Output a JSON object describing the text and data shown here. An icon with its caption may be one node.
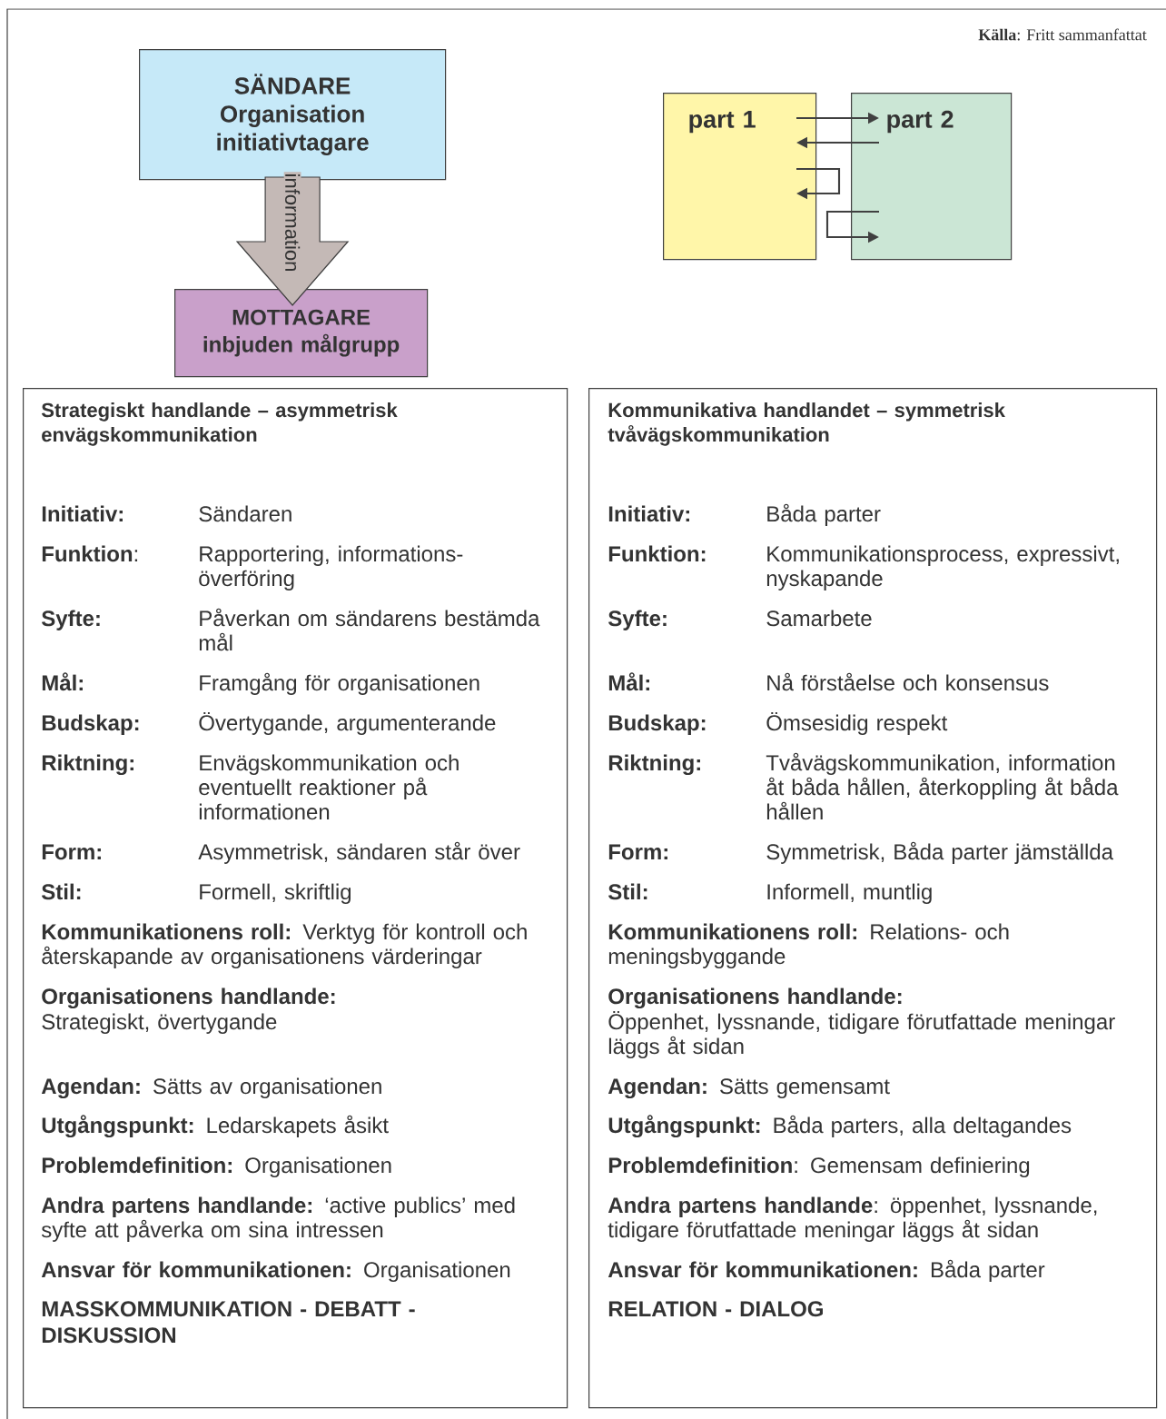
{
  "diagram": {
    "nodes": [
      {
        "text": [
          "SÄNDARE Organisation initiativtagare"
        ]
      },
      {
        "text": [
          "part 1"
        ]
      },
      {
        "text": [
          "part 2"
        ]
      },
      {
        "text": [
          "MOTTAGARE inbjuden målgrupp"
        ]
      },
      {
        "text": [
          "Strategiskt handlande – asymmetrisk envägskommunikation",
          "Initiativ:",
          "Sändaren",
          "**Funktion**:",
          "Rapportering, informations- överföring",
          "Syfte:",
          "Påverkan om sändarens bestämda mål",
          "Mål:",
          "Framgång för organisationen",
          "Budskap:",
          "Övertygande, argumenterande",
          "Riktning:",
          "Envägskommunikation och eventuellt reaktioner på informationen",
          "Form:",
          "Asymmetrisk, sändaren står över",
          "Stil:",
          "Formell, skriftlig",
          "**Kommunikationens roll:** Verktyg för kontroll och återskapande av organisationens värderingar",
          "Organisationens handlande:",
          "Strategiskt, övertygande",
          "**Agendan:** Sätts av organisationen",
          "**Utgångspunkt:** Ledarskapets åsikt",
          "**Problemdefinition:** Organisationen",
          "**Andra partens handlande:** ‘active publics’ med syfte att påverka om sina intressen",
          "**Ansvar för kommunikationen:** Organisationen",
          "MASSKOMMUNIKATION - DEBATT - DISKUSSION"
        ]
      },
      {
        "text": [
          "Kommunikativa handlandet – symmetrisk tvåvägskommunikation",
          "Initiativ:",
          "Båda parter",
          "Funktion:",
          "Kommunikationsprocess, expressivt, nyskapande",
          "Syfte:",
          "Samarbete",
          "Mål:",
          "Nå förståelse och konsensus",
          "Budskap:",
          "Ömsesidig respekt",
          "Riktning:",
          "Tvåvägskommunikation, information åt båda hållen, återkoppling åt båda hållen",
          "Form:",
          "Symmetrisk, Båda parter jämställda",
          "Stil:",
          "Informell, muntlig",
          "**Kommunikationens roll:** Relations- och meningsbyggande",
          "Organisationens handlande:",
          "Öppenhet, lyssnande, tidigare förutfattade meningar läggs åt sidan",
          "**Agendan:** Sätts gemensamt",
          "**Utgångspunkt:** Båda parters, alla deltagandes",
          "**Problemdefinition**: Gemensam definiering",
          "**Andra partens handlande**: öppenhet, lyssnande, tidigare förutfattade meningar läggs åt sidan",
          "**Ansvar för kommunikationen:** Båda parter",
          "RELATION - DIALOG"
        ]
      }
    ],
    "edges": [
      {
        "from": 0,
        "to": 3,
        "arrow": "to",
        "label": "information",
        "style": "thick",
        "color": "#c4b9b6"
      },
      {
        "from": 1,
        "to": 2,
        "arrow": "to"
      },
      {
        "from": 2,
        "to": 1,
        "arrow": "to"
      },
      {
        "from": 1,
        "to": 1,
        "arrow": "to"
      },
      {
        "from": 2,
        "to": 2,
        "arrow": "to"
      }
    ],
    "labels": [
      "**Källa**: Fritt sammanfattat"
    ]
  }
}
